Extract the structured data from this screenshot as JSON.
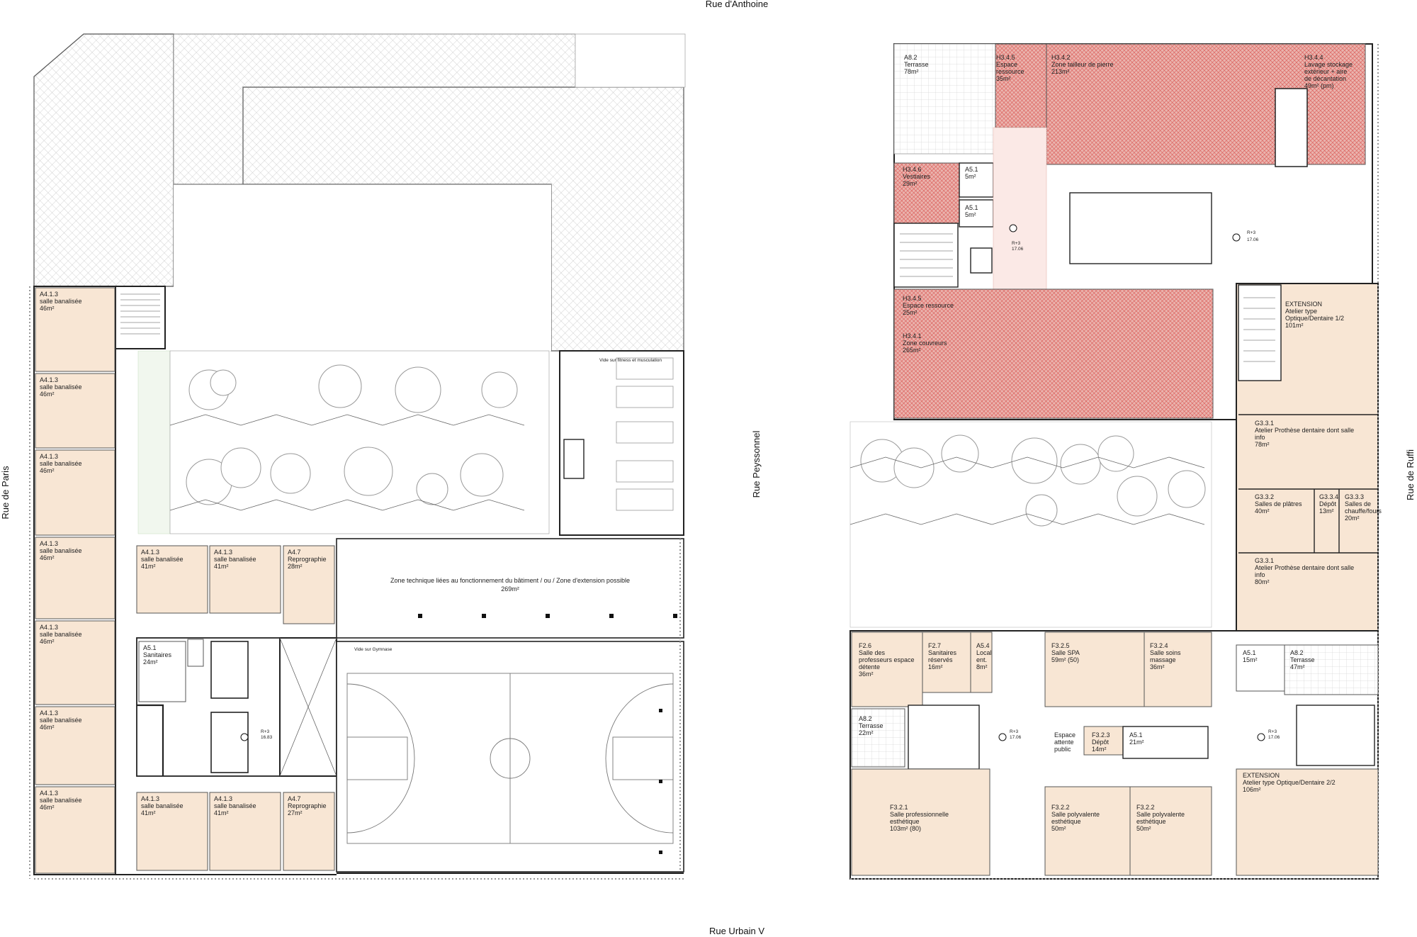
{
  "streets": {
    "north": "Rue d'Anthoine",
    "south": "Rue Urbain V",
    "west": "Rue de Paris",
    "middle": "Rue Peyssonnel",
    "east": "Rue de Ruffi"
  },
  "colors": {
    "room_light": "#f8e6d4",
    "room_red": "#e8aaa4",
    "room_red_dark": "#d9534f",
    "wall": "#222222",
    "hatch": "#c8c8c8",
    "tree_stroke": "#999999"
  },
  "left_rooms": [
    {
      "code": "A4.1.3",
      "name": "salle banalisée",
      "area": "46m²"
    },
    {
      "code": "A4.1.3",
      "name": "salle banalisée",
      "area": "46m²"
    },
    {
      "code": "A4.1.3",
      "name": "salle banalisée",
      "area": "46m²"
    },
    {
      "code": "A4.1.3",
      "name": "salle banalisée",
      "area": "46m²"
    },
    {
      "code": "A4.1.3",
      "name": "salle banalisée",
      "area": "46m²"
    },
    {
      "code": "A4.1.3",
      "name": "salle banalisée",
      "area": "46m²"
    },
    {
      "code": "A4.1.3",
      "name": "salle banalisée",
      "area": "46m²"
    },
    {
      "code": "A4.1.3",
      "name": "salle banalisée",
      "area": "41m²"
    },
    {
      "code": "A4.1.3",
      "name": "salle banalisée",
      "area": "41m²"
    },
    {
      "code": "A4.7",
      "name": "Reprographie",
      "area": "28m²"
    },
    {
      "code": "A4.1.3",
      "name": "salle banalisée",
      "area": "41m²"
    },
    {
      "code": "A4.1.3",
      "name": "salle banalisée",
      "area": "41m²"
    },
    {
      "code": "A4.7",
      "name": "Reprographie",
      "area": "27m²"
    },
    {
      "code": "A5.1",
      "name": "Sanitaires",
      "area": "24m²"
    }
  ],
  "left_labels": {
    "vide_fitness": "Vide sur fitness et musculation",
    "zone_technique": "Zone technique liées au fonctionnement du bâtiment / ou / Zone d'extension possible",
    "zone_technique_area": "269m²",
    "vide_gymnase": "Vide sur Gymnase",
    "level_mark": "R+3",
    "level_value": "16.83"
  },
  "right_rooms": [
    {
      "code": "A8.2",
      "name": "Terrasse",
      "area": "78m²"
    },
    {
      "code": "H3.4.5",
      "name": "Espace ressource",
      "area": "35m²"
    },
    {
      "code": "H3.4.2",
      "name": "Zone tailleur de pierre",
      "area": "213m²"
    },
    {
      "code": "H3.4.4",
      "name": "Lavage stockage extérieur + aire de décantation",
      "area": "49m² (pm)"
    },
    {
      "code": "H3.4.6",
      "name": "Vestiaires",
      "area": "29m²"
    },
    {
      "code": "A5.1",
      "name": "",
      "area": "5m²"
    },
    {
      "code": "A5.1",
      "name": "",
      "area": "5m²"
    },
    {
      "code": "H3.4.5",
      "name": "Espace ressource",
      "area": "25m²"
    },
    {
      "code": "H3.4.1",
      "name": "Zone couvreurs",
      "area": "265m²"
    },
    {
      "code": "EXTENSION",
      "name": "Atelier type Optique/Dentaire 1/2",
      "area": "101m²"
    },
    {
      "code": "G3.3.1",
      "name": "Atelier Prothèse dentaire dont salle info",
      "area": "78m²"
    },
    {
      "code": "G3.3.2",
      "name": "Salles de plâtres",
      "area": "40m²"
    },
    {
      "code": "G3.3.4",
      "name": "Dépôt",
      "area": "13m²"
    },
    {
      "code": "G3.3.3",
      "name": "Salles de chauffe/fours",
      "area": "20m²"
    },
    {
      "code": "G3.3.1",
      "name": "Atelier Prothèse dentaire dont salle info",
      "area": "80m²"
    },
    {
      "code": "F2.6",
      "name": "Salle des professeurs espace détente",
      "area": "36m²"
    },
    {
      "code": "F2.7",
      "name": "Sanitaires réservés",
      "area": "16m²"
    },
    {
      "code": "A5.4",
      "name": "Local ent.",
      "area": "8m²"
    },
    {
      "code": "F3.2.5",
      "name": "Salle SPA",
      "area": "59m² (50)"
    },
    {
      "code": "F3.2.4",
      "name": "Salle soins massage",
      "area": "36m²"
    },
    {
      "code": "A5.1",
      "name": "",
      "area": "15m²"
    },
    {
      "code": "A8.2",
      "name": "Terrasse",
      "area": "47m²"
    },
    {
      "code": "A8.2",
      "name": "Terrasse",
      "area": "22m²"
    },
    {
      "code": "",
      "name": "Espace attente public",
      "area": ""
    },
    {
      "code": "F3.2.3",
      "name": "Dépôt",
      "area": "14m²"
    },
    {
      "code": "A5.1",
      "name": "",
      "area": "21m²"
    },
    {
      "code": "F3.2.1",
      "name": "Salle professionnelle esthétique",
      "area": "103m² (80)"
    },
    {
      "code": "F3.2.2",
      "name": "Salle polyvalente esthétique",
      "area": "50m²"
    },
    {
      "code": "F3.2.2",
      "name": "Salle polyvalente esthétique",
      "area": "50m²"
    },
    {
      "code": "EXTENSION",
      "name": "Atelier type Optique/Dentaire 2/2",
      "area": "106m²"
    }
  ],
  "right_labels": {
    "level_mark": "R+3",
    "level_value": "17.06"
  }
}
